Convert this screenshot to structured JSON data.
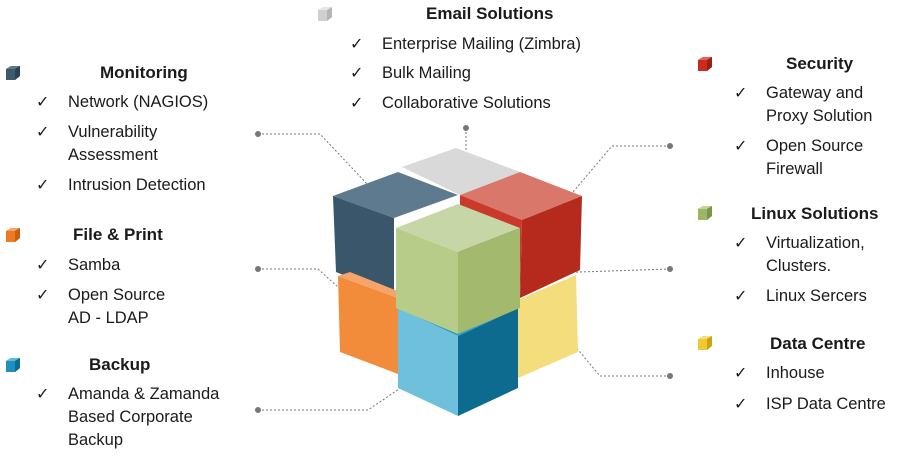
{
  "categories": {
    "email": {
      "title": "Email Solutions",
      "color": "#cfcfcf",
      "items": [
        "Enterprise Mailing (Zimbra)",
        "Bulk Mailing",
        "Collaborative Solutions"
      ]
    },
    "monitoring": {
      "title": "Monitoring",
      "color": "#3e5a6d",
      "items": [
        "Network (NAGIOS)",
        "Vulnerability\nAssessment",
        "Intrusion Detection"
      ]
    },
    "file_print": {
      "title": "File & Print",
      "color": "#f07a23",
      "items": [
        "Samba",
        "Open Source\nAD - LDAP"
      ]
    },
    "backup": {
      "title": "Backup",
      "color": "#1e8fbf",
      "items": [
        "Amanda & Zamanda\nBased Corporate\nBackup"
      ]
    },
    "security": {
      "title": "Security",
      "color": "#c92b1f",
      "items": [
        "Gateway and\nProxy Solution",
        "Open Source\nFirewall"
      ]
    },
    "linux": {
      "title": "Linux Solutions",
      "color": "#9db567",
      "items": [
        "Virtualization,\nClusters.",
        "Linux Sercers"
      ]
    },
    "datacentre": {
      "title": "Data Centre",
      "color": "#f2c830",
      "items": [
        "Inhouse",
        "ISP Data Centre"
      ]
    }
  },
  "check_glyph": "✓"
}
